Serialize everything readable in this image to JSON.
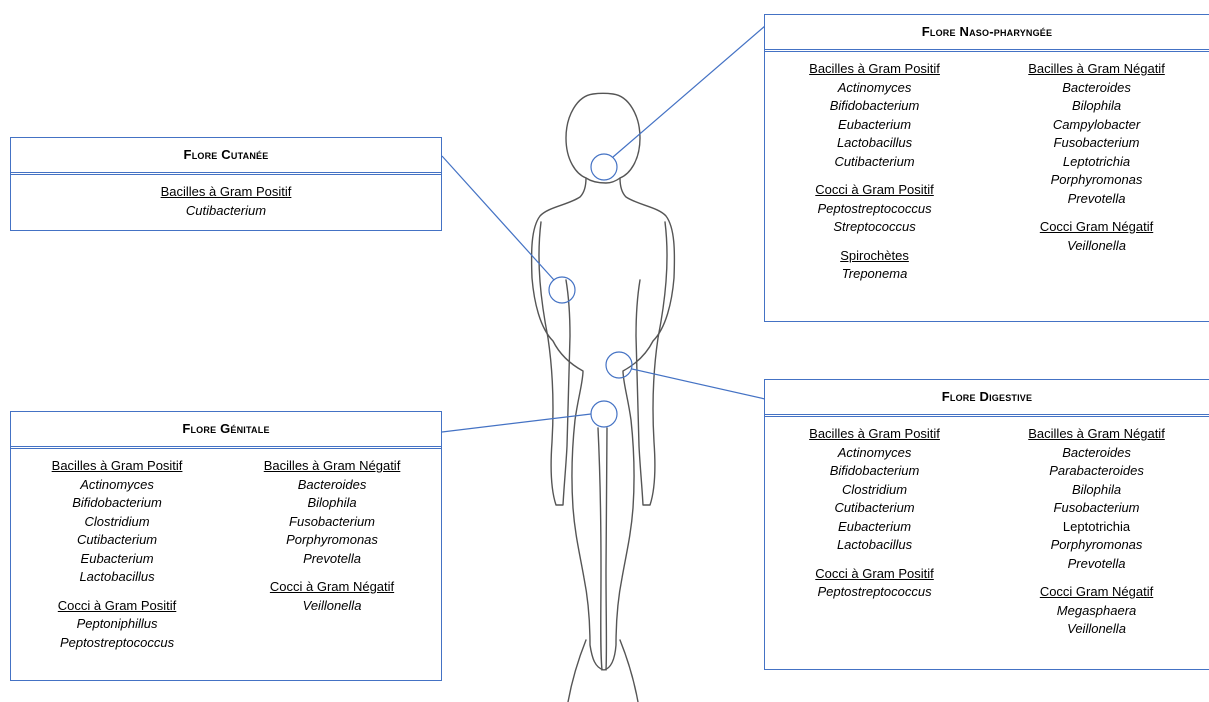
{
  "boxes": {
    "cutanee": {
      "title": "Flore Cutanée",
      "columns": [
        [
          {
            "title": "Bacilles à Gram Positif",
            "items": [
              "Cutibacterium"
            ]
          }
        ]
      ]
    },
    "naso": {
      "title": "Flore Naso-pharyngée",
      "columns": [
        [
          {
            "title": "Bacilles à Gram Positif",
            "items": [
              "Actinomyces",
              "Bifidobacterium",
              "Eubacterium",
              "Lactobacillus",
              "Cutibacterium"
            ]
          },
          {
            "title": "Cocci à Gram Positif",
            "items": [
              "Peptostreptococcus",
              "Streptococcus"
            ]
          },
          {
            "title": "Spirochètes",
            "items": [
              "Treponema"
            ]
          }
        ],
        [
          {
            "title": "Bacilles à Gram Négatif",
            "items": [
              "Bacteroides",
              "Bilophila",
              "Campylobacter",
              "Fusobacterium",
              "Leptotrichia",
              "Porphyromonas",
              "Prevotella"
            ]
          },
          {
            "title": "Cocci Gram Négatif",
            "items": [
              "Veillonella"
            ]
          }
        ]
      ]
    },
    "genitale": {
      "title": "Flore Génitale",
      "columns": [
        [
          {
            "title": "Bacilles à Gram Positif",
            "items": [
              "Actinomyces",
              "Bifidobacterium",
              "Clostridium",
              "Cutibacterium",
              "Eubacterium",
              "Lactobacillus"
            ]
          },
          {
            "title": "Cocci à Gram Positif",
            "items": [
              "Peptoniphillus",
              "Peptostreptococcus"
            ]
          }
        ],
        [
          {
            "title": "Bacilles à Gram Négatif",
            "items": [
              "Bacteroides",
              "Bilophila",
              "Fusobacterium",
              "Porphyromonas",
              "Prevotella"
            ]
          },
          {
            "title": "Cocci à Gram Négatif",
            "items": [
              "Veillonella"
            ]
          }
        ]
      ]
    },
    "digestive": {
      "title": "Flore Digestive",
      "columns": [
        [
          {
            "title": "Bacilles à Gram Positif",
            "items": [
              "Actinomyces",
              "Bifidobacterium",
              "Clostridium",
              "Cutibacterium",
              "Eubacterium",
              "Lactobacillus"
            ]
          },
          {
            "title": "Cocci à Gram Positif",
            "items": [
              "Peptostreptococcus"
            ]
          }
        ],
        [
          {
            "title": "Bacilles à Gram Négatif",
            "items": [
              "Bacteroides",
              "Parabacteroides",
              "Bilophila",
              "Fusobacterium",
              "Leptotrichia",
              "Porphyromonas",
              "Prevotella"
            ]
          },
          {
            "title": "Cocci Gram Négatif",
            "items": [
              "Megasphaera",
              "Veillonella"
            ]
          }
        ]
      ]
    }
  },
  "non_italic_items": [
    "digestive.1.0.4"
  ],
  "colors": {
    "accent": "#4472c4",
    "outline": "#555555"
  }
}
